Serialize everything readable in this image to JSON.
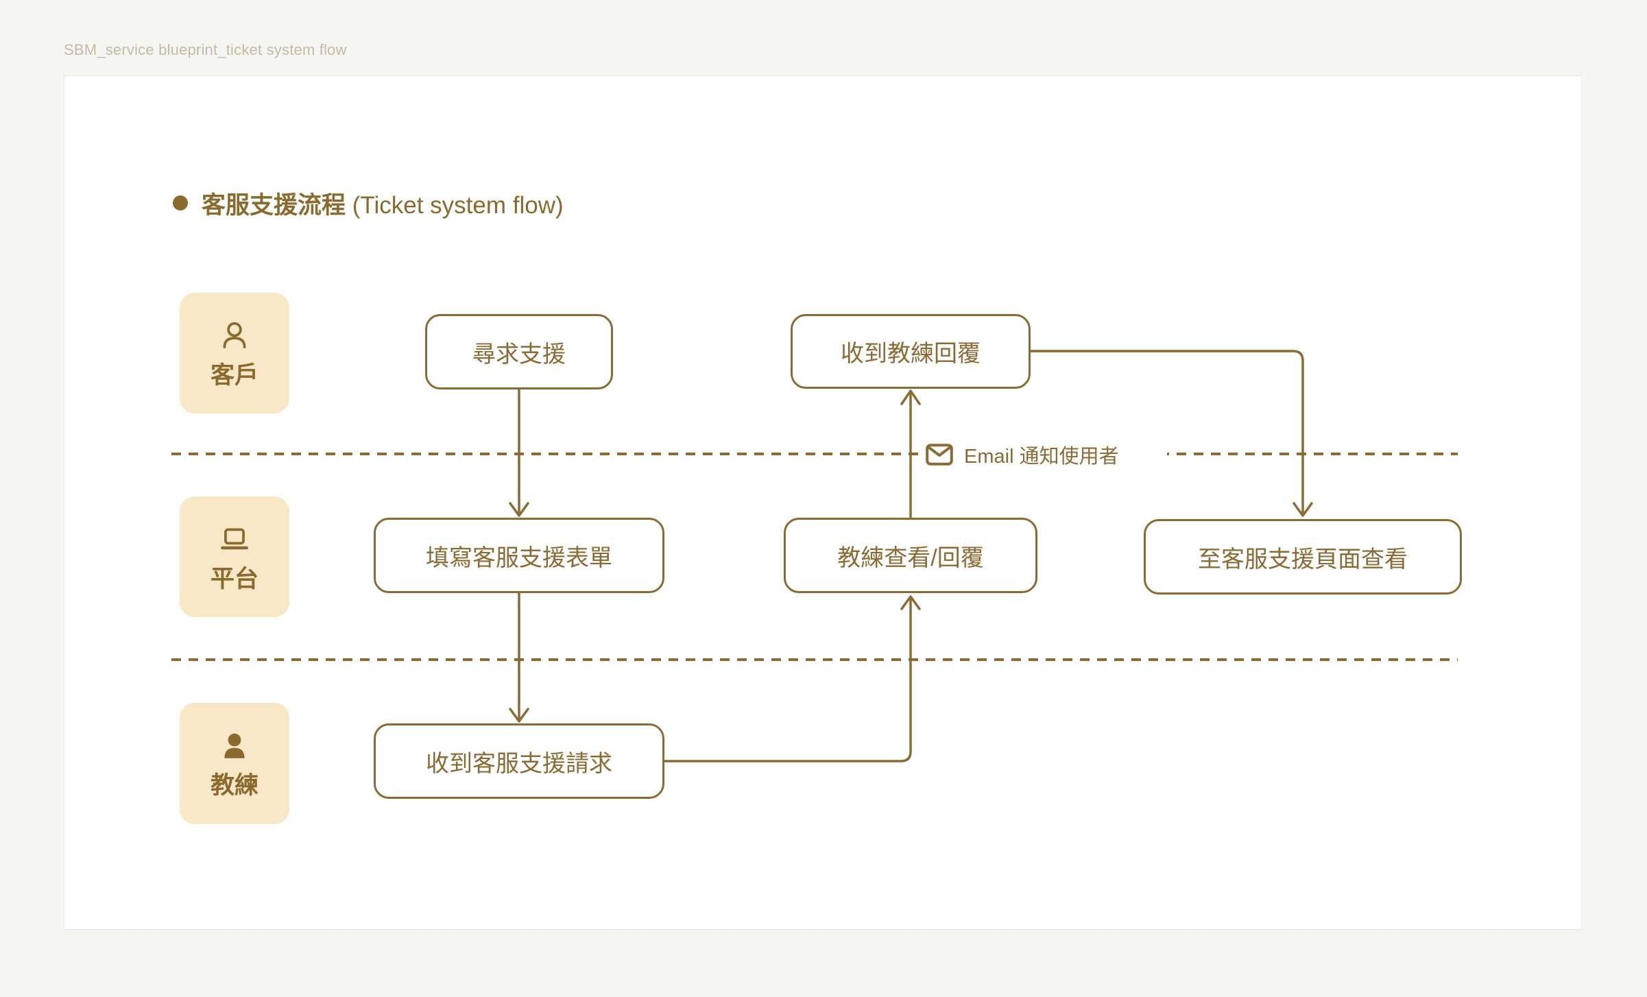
{
  "header": {
    "file_label": "SBM_service blueprint_ticket system flow"
  },
  "title": {
    "zh": "客服支援流程",
    "en": " (Ticket system flow)"
  },
  "lanes": [
    {
      "id": "customer",
      "label": "客戶",
      "icon": "person-outline-icon"
    },
    {
      "id": "platform",
      "label": "平台",
      "icon": "laptop-icon"
    },
    {
      "id": "coach",
      "label": "教練",
      "icon": "person-filled-icon"
    }
  ],
  "nodes": [
    {
      "id": "seek-support",
      "label": "尋求支援",
      "lane": "customer"
    },
    {
      "id": "receive-coach-reply",
      "label": "收到教練回覆",
      "lane": "customer"
    },
    {
      "id": "fill-support-form",
      "label": "填寫客服支援表單",
      "lane": "platform"
    },
    {
      "id": "coach-view-reply",
      "label": "教練查看/回覆",
      "lane": "platform"
    },
    {
      "id": "view-support-page",
      "label": "至客服支援頁面查看",
      "lane": "platform"
    },
    {
      "id": "receive-support-request",
      "label": "收到客服支援請求",
      "lane": "coach"
    }
  ],
  "annotations": {
    "email_note": "Email 通知使用者",
    "email_icon": "envelope-icon"
  },
  "colors": {
    "brown": "#8a6a35",
    "title_brown": "#8a6a2f",
    "lane_fill": "#f8e8c8",
    "canvas": "#ffffff",
    "page_bg": "#f5f5f4",
    "file_label": "#c7b9a1"
  }
}
